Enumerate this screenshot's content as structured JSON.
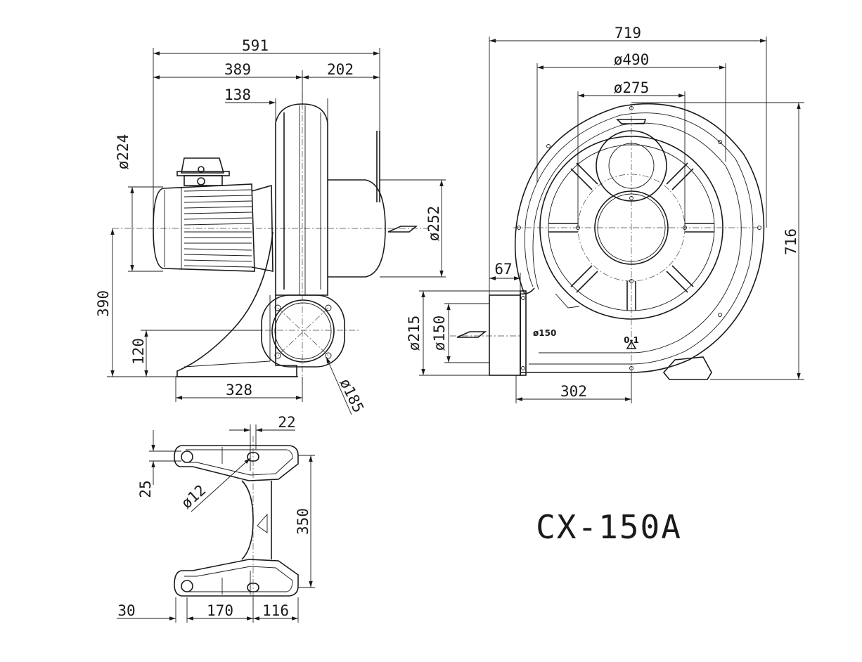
{
  "model": "CX-150A",
  "side_view": {
    "dims": {
      "overall_length": "591",
      "motor_length": "389",
      "blower_length": "202",
      "housing_width": "138",
      "motor_diameter": "ø224",
      "outlet_height": "390",
      "outlet_center_height": "120",
      "base_length": "328",
      "outlet_flange_diameter": "ø185",
      "inlet_flange_diameter": "ø252"
    }
  },
  "front_view": {
    "dims": {
      "overall_width": "719",
      "housing_diameter": "ø490",
      "inlet_diameter": "ø275",
      "overall_height": "716",
      "outlet_length": "67",
      "outlet_outer_diameter": "ø215",
      "outlet_inner_diameter": "ø150",
      "outlet_offset": "302"
    },
    "labels": {
      "outlet_mark": "ø150",
      "rotation_mark": "0-1"
    }
  },
  "base_view": {
    "dims": {
      "slot_width": "22",
      "slot_depth": "25",
      "hole_diameter": "ø12",
      "base_depth": "350",
      "edge_offset": "30",
      "hole_pitch": "170",
      "rear_offset": "116"
    }
  },
  "colors": {
    "ink": "#1a1a1a",
    "background": "#ffffff"
  }
}
